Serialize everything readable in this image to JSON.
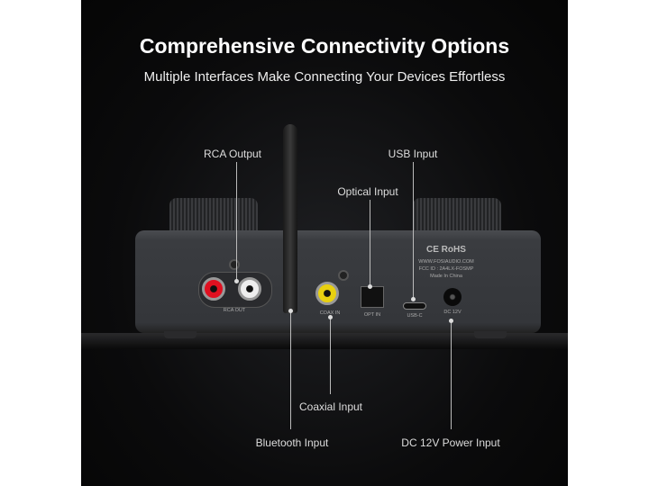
{
  "title": "Comprehensive Connectivity Options",
  "subtitle": "Multiple Interfaces Make Connecting Your Devices Effortless",
  "callouts": {
    "rca": "RCA Output",
    "usb": "USB Input",
    "optical": "Optical Input",
    "coaxial": "Coaxial Input",
    "bluetooth": "Bluetooth Input",
    "dc": "DC 12V Power Input"
  },
  "panel": {
    "rca_out": "RCA OUT",
    "coax_in": "COAX IN",
    "opt_in": "OPT IN",
    "usb_c": "USB-C",
    "dc_12v": "DC 12V",
    "cert": "CE RoHS",
    "website": "WWW.FOSIAUDIO.COM",
    "fcc": "FCC ID : 2A4LX-FOSMP",
    "origin": "Made In China"
  }
}
